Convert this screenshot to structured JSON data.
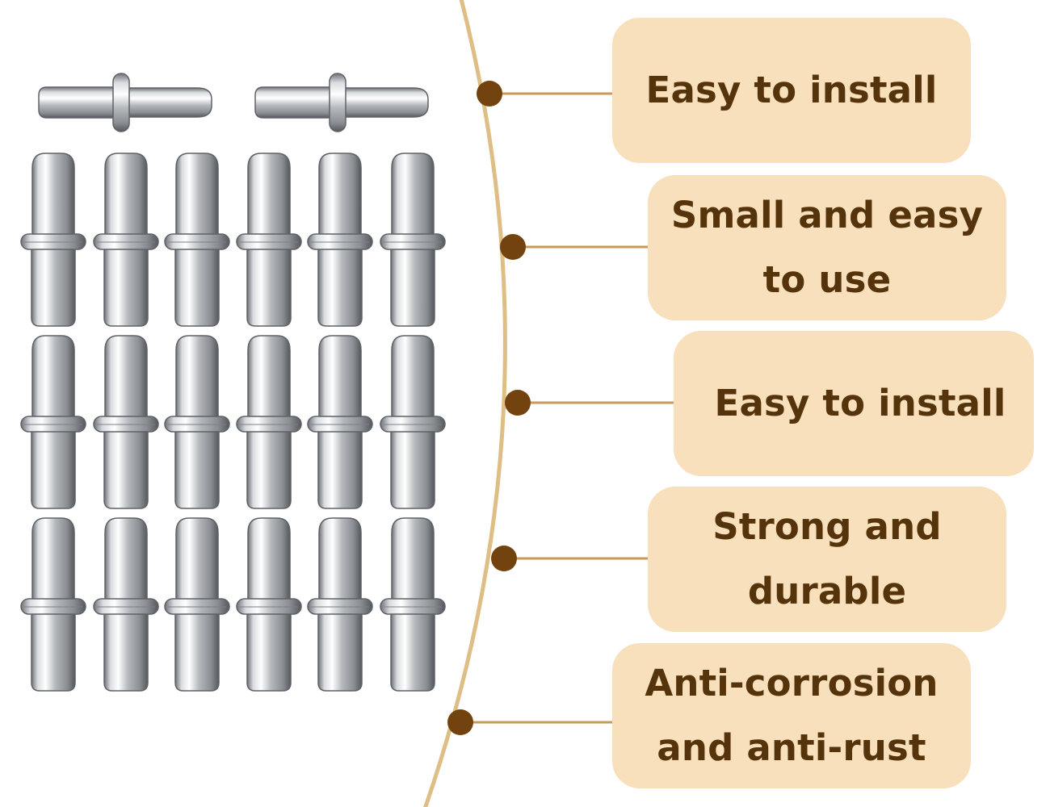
{
  "colors": {
    "card_background": "#f7e0bb",
    "card_text": "#55330b",
    "arc": "#dfbe86",
    "connector_line": "#c79a5a",
    "bullet_dot": "#73430f",
    "pin_metal": "#b9bdc2"
  },
  "product_image": {
    "icon": "shelf-pin-icon",
    "horizontal_pins": 2,
    "vertical_pin_rows": 3,
    "vertical_pins_per_row": 6
  },
  "features": [
    {
      "label": "Easy to install"
    },
    {
      "label": "Small and easy\nto use"
    },
    {
      "label": "Easy to install"
    },
    {
      "label": "Strong and\ndurable"
    },
    {
      "label": "Anti-corrosion\nand anti-rust"
    }
  ]
}
